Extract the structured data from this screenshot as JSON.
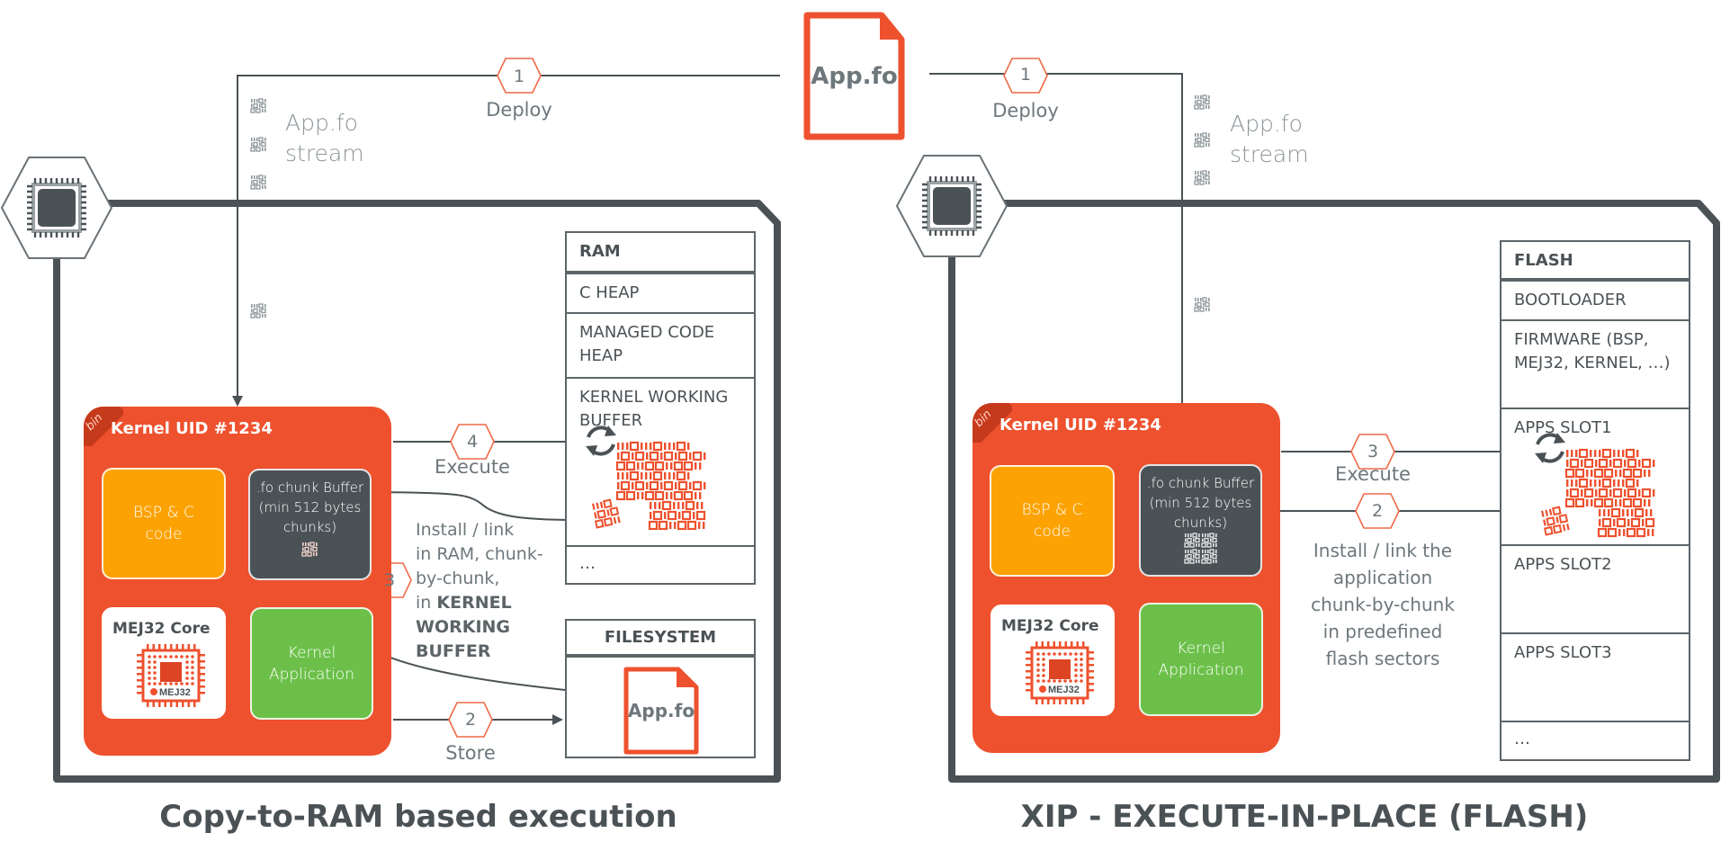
{
  "source_file": {
    "label": "App.fo",
    "icon": "file-icon"
  },
  "colors": {
    "accent": "#ee512e",
    "dark": "#4b5256",
    "orange": "#fca203",
    "green": "#6cc04a",
    "text_gray": "#6d777c"
  },
  "left": {
    "title": "Copy-to-RAM based execution",
    "deploy": {
      "step": "1",
      "label": "Deploy"
    },
    "stream": {
      "line1": "App.fo",
      "line2": "stream",
      "icon": "binary-stream-icon"
    },
    "device_icon": "microcontroller-chip-icon",
    "kernel": {
      "tag": "bin",
      "title": "Kernel UID #1234",
      "bsp": {
        "line1": "BSP & C",
        "line2": "code"
      },
      "buffer": {
        "line1": ".fo chunk Buffer",
        "line2": "(min 512 bytes",
        "line3": "chunks)"
      },
      "core": {
        "title": "MEJ32 Core",
        "logo": "MEJ32"
      },
      "app": {
        "line1": "Kernel",
        "line2": "Application"
      }
    },
    "execute": {
      "step": "4",
      "label": "Execute"
    },
    "store": {
      "step": "2",
      "label": "Store"
    },
    "install": {
      "step": "3",
      "line1": "Install / link",
      "line2": "in RAM, chunk-",
      "line3": "by-chunk,",
      "line4_prefix": "in ",
      "line4_bold": "KERNEL",
      "line5": "WORKING",
      "line6": "BUFFER"
    },
    "ram": {
      "header": "RAM",
      "rows": [
        "C HEAP",
        "MANAGED CODE HEAP",
        "KERNEL WORKING BUFFER",
        "…"
      ]
    },
    "filesystem": {
      "header": "FILESYSTEM",
      "file_label": "App.fo"
    }
  },
  "right": {
    "title": "XIP - EXECUTE-IN-PLACE (FLASH)",
    "deploy": {
      "step": "1",
      "label": "Deploy"
    },
    "stream": {
      "line1": "App.fo",
      "line2": "stream",
      "icon": "binary-stream-icon"
    },
    "device_icon": "microcontroller-chip-icon",
    "kernel": {
      "tag": "bin",
      "title": "Kernel UID #1234",
      "bsp": {
        "line1": "BSP & C",
        "line2": "code"
      },
      "buffer": {
        "line1": ".fo chunk Buffer",
        "line2": "(min 512 bytes",
        "line3": "chunks)"
      },
      "core": {
        "title": "MEJ32 Core",
        "logo": "MEJ32"
      },
      "app": {
        "line1": "Kernel",
        "line2": "Application"
      }
    },
    "execute": {
      "step": "3",
      "label": "Execute"
    },
    "install": {
      "step": "2",
      "line1": "Install / link the",
      "line2": "application",
      "line3": "chunk-by-chunk",
      "line4": "in predefined",
      "line5": "flash sectors"
    },
    "flash": {
      "header": "FLASH",
      "rows": [
        "BOOTLOADER",
        "FIRMWARE (BSP, MEJ32, KERNEL, …)",
        "APPS SLOT1",
        "APPS SLOT2",
        "APPS SLOT3",
        "…"
      ]
    }
  }
}
